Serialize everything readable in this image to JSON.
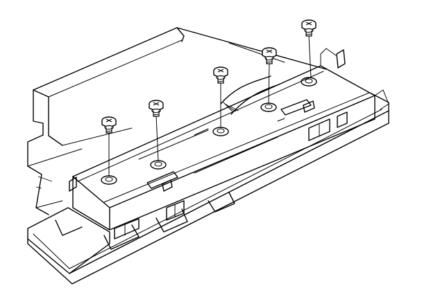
{
  "figure": {
    "title": "",
    "caption": "",
    "callouts": [],
    "background": "#ffffff",
    "ink": "#000000",
    "screws": [
      {
        "id": "screw-1"
      },
      {
        "id": "screw-2"
      },
      {
        "id": "screw-3"
      },
      {
        "id": "screw-4"
      },
      {
        "id": "screw-5"
      },
      {
        "id": "screw-6"
      }
    ]
  }
}
